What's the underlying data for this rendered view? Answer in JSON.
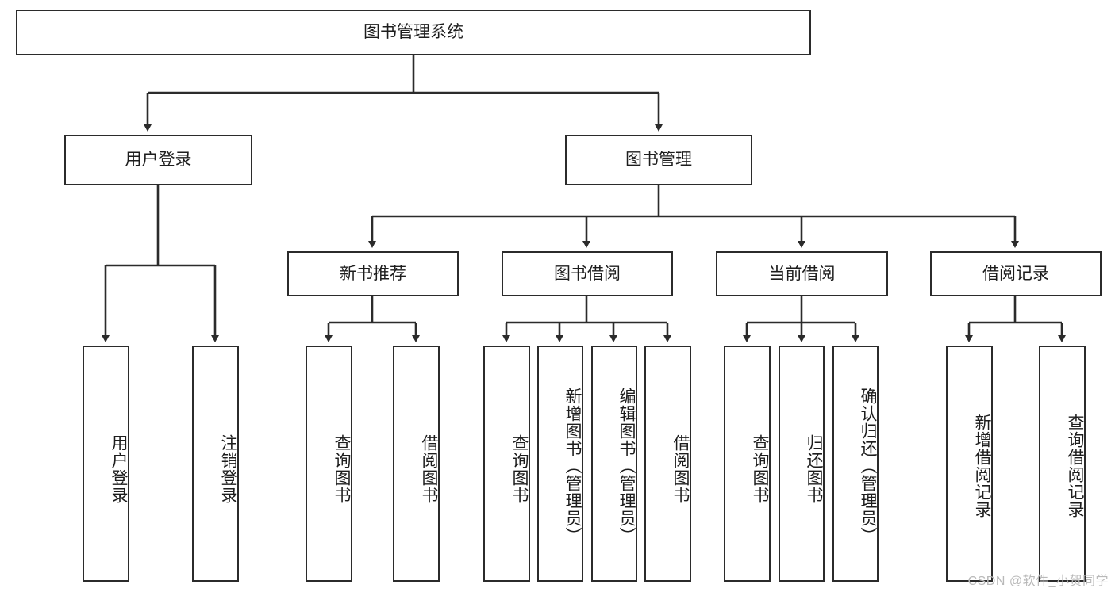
{
  "diagram": {
    "title": "图书管理系统",
    "type": "tree-hierarchy",
    "root": {
      "label": "图书管理系统"
    },
    "level1": [
      {
        "label": "用户登录"
      },
      {
        "label": "图书管理"
      }
    ],
    "level2": [
      {
        "label": "新书推荐"
      },
      {
        "label": "图书借阅"
      },
      {
        "label": "当前借阅"
      },
      {
        "label": "借阅记录"
      }
    ],
    "leaves": {
      "user_login": [
        {
          "label": "用户登录"
        },
        {
          "label": "注销登录"
        }
      ],
      "new_book_recommend": [
        {
          "label": "查询图书"
        },
        {
          "label": "借阅图书"
        }
      ],
      "book_borrow": [
        {
          "label": "查询图书"
        },
        {
          "label": "新增图书（管理员）"
        },
        {
          "label": "编辑图书（管理员）"
        },
        {
          "label": "借阅图书"
        }
      ],
      "current_borrow": [
        {
          "label": "查询图书"
        },
        {
          "label": "归还图书"
        },
        {
          "label": "确认归还（管理员）"
        }
      ],
      "borrow_record": [
        {
          "label": "新增借阅记录"
        },
        {
          "label": "查询借阅记录"
        }
      ]
    }
  },
  "watermark": {
    "text": "CSDN @软件_小贺同学"
  },
  "colors": {
    "border": "#2b2b2b",
    "background": "#ffffff",
    "text": "#1d1d1d",
    "watermark": "#b9b9b9"
  }
}
